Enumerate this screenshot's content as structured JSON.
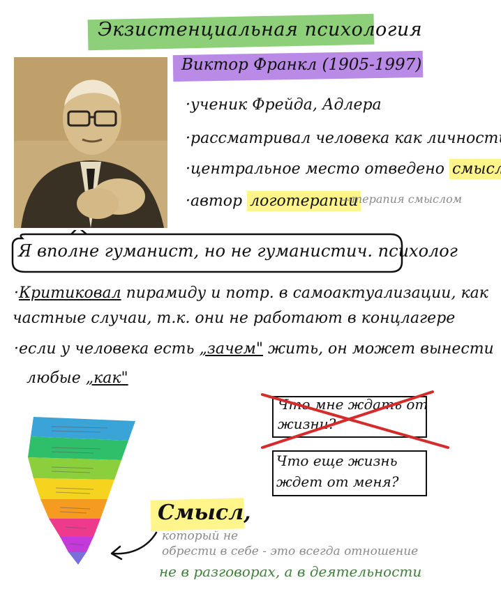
{
  "title": "Экзистенциальная психология",
  "name": "Виктор Франкл (1905-1997)",
  "bullets": [
    "·ученик Фрейда, Адлера",
    "·рассматривал человека как личность",
    "·центральное место отведено"
  ],
  "b3_highlight": "смыслу",
  "b4_prefix": "·автор",
  "b4_highlight": "логотерапии",
  "b4_note": "—терапия смыслом",
  "quote": "Я вполне гуманист, но не гуманистич. психолог",
  "critique": {
    "prefix": "·",
    "underlined": "Критиковал",
    "rest": "пирамиду и потр. в самоактуализации, как",
    "line2": "частные случаи, т.к. они не работают в концлагере"
  },
  "why_how": {
    "part1": "·если у человека есть",
    "why": "„зачем\"",
    "part2": "жить, он может вынести",
    "line2_prefix": "любые",
    "how": "„как\""
  },
  "crossed_box": {
    "line1": "Что мне ждать от",
    "line2": "жизни?"
  },
  "box2": {
    "line1": "Что еще жизнь",
    "line2": "ждет от меня?"
  },
  "smysl": "Смысл,",
  "gray_note": {
    "line1": "который не",
    "line2": "обрести в себе - это всегда отношение"
  },
  "green_note": "не в разговорах, а в деятельности",
  "colors": {
    "title_highlight": "#8ed07a",
    "name_highlight": "#b98be6",
    "highlight_yellow": "#fff58a",
    "cross_red": "#d62b2b",
    "green_text": "#3f7f3a",
    "gray_text": "#8a8a8a"
  }
}
